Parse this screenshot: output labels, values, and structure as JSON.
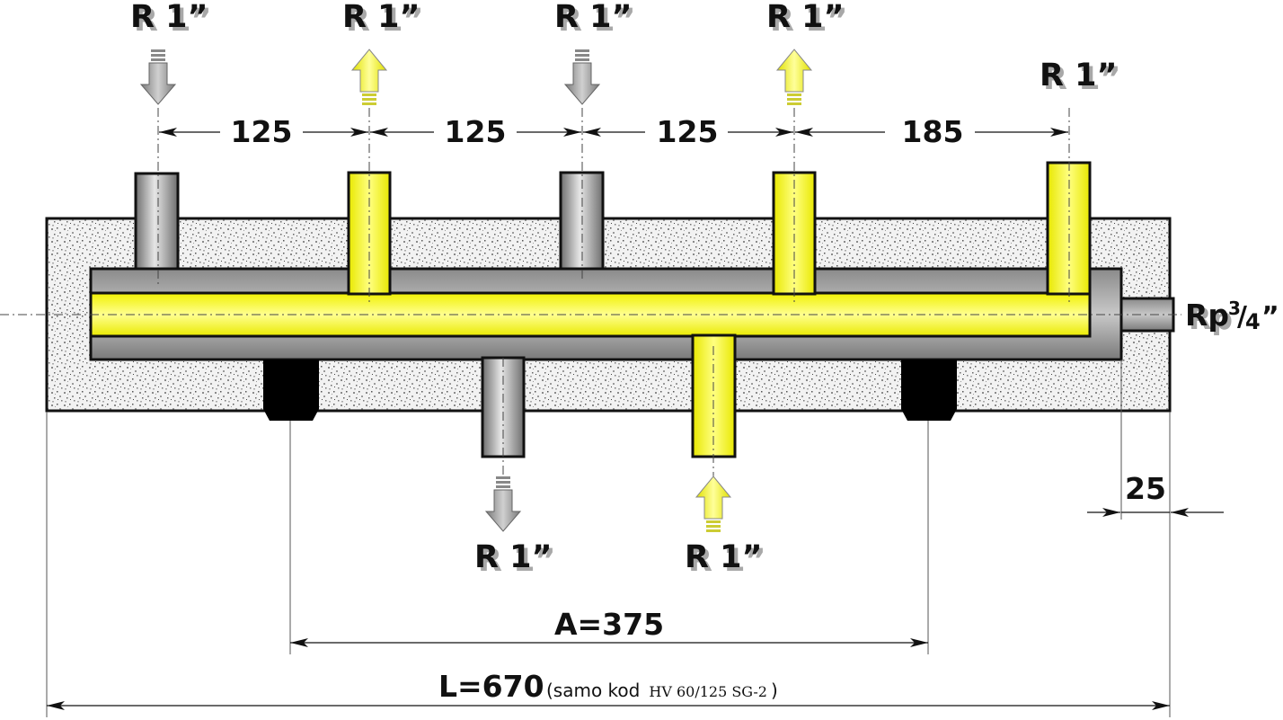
{
  "connections": {
    "top": [
      {
        "label": "R 1”",
        "flow": "in",
        "color": "gray"
      },
      {
        "label": "R 1”",
        "flow": "out",
        "color": "yellow"
      },
      {
        "label": "R 1”",
        "flow": "in",
        "color": "gray"
      },
      {
        "label": "R 1”",
        "flow": "out",
        "color": "yellow"
      },
      {
        "label": "R 1”",
        "flow": "none",
        "color": "yellow"
      }
    ],
    "bottom": [
      {
        "label": "R 1”",
        "flow": "out",
        "color": "gray"
      },
      {
        "label": "R 1”",
        "flow": "in",
        "color": "yellow"
      }
    ],
    "side": {
      "label_main": "Rp",
      "label_frac_num": "3",
      "label_frac_den": "4",
      "label_quote": "”"
    }
  },
  "dimensions": {
    "spacings": [
      "125",
      "125",
      "125",
      "185"
    ],
    "end_offset": "25",
    "a_dim": "A=375",
    "l_dim": "L=670",
    "l_note_prefix": "(samo kod",
    "l_note_model": "HV 60/125 SG-2",
    "l_note_suffix": ")"
  },
  "colors": {
    "gray": "#9a9a9a",
    "yellow": "#ffff2a",
    "insulation": "#e8e8e8",
    "outline": "#111111"
  }
}
